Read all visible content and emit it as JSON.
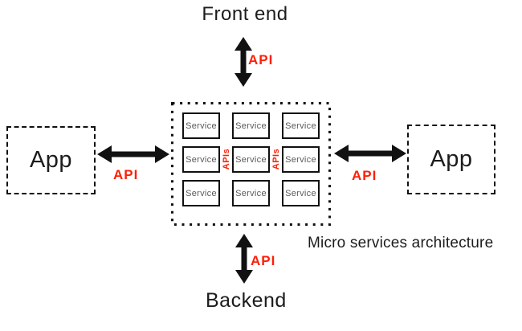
{
  "title": "Micro services architecture",
  "labels": {
    "front_end": "Front end",
    "backend": "Backend",
    "app_left": "App",
    "app_right": "App",
    "api": "API",
    "apis": "APIs"
  },
  "services": {
    "rows": 3,
    "cols": 3,
    "cells": [
      "Service",
      "Service",
      "Service",
      "Service",
      "Service",
      "Service",
      "Service",
      "Service",
      "Service"
    ]
  },
  "colors": {
    "api_red": "#ff1e06",
    "text_black": "#1c1c1c",
    "service_text_gray": "#595959",
    "arrow_black": "#111111",
    "background": "#ffffff"
  }
}
